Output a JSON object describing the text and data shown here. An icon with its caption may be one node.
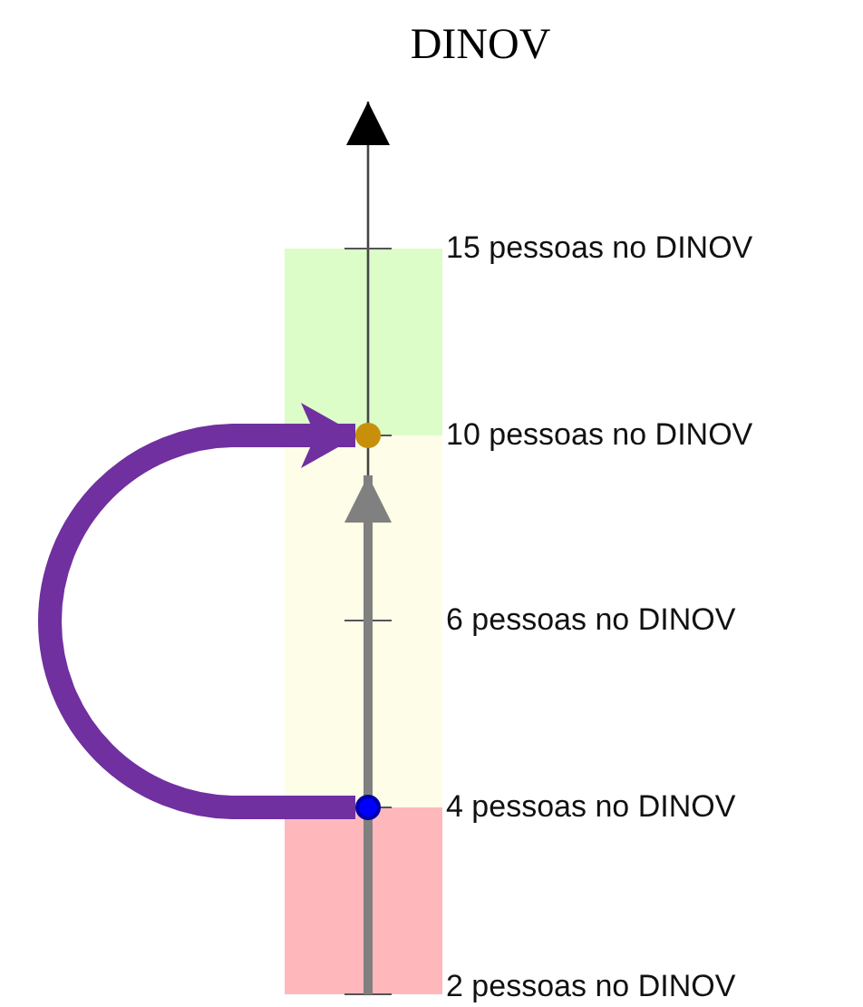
{
  "diagram": {
    "title": "DINOV",
    "nodes": [
      {
        "text": [],
        "shape": "circle"
      },
      {
        "text": [],
        "shape": "circle"
      }
    ],
    "edges": [
      {
        "from": 1,
        "to": 0,
        "arrow": "to",
        "color": "#7030a0"
      }
    ],
    "labels": [
      "15 pessoas no DINOV",
      "10 pessoas no DINOV",
      "6 pessoas no DINOV",
      "4 pessoas no DINOV",
      "2 pessoas no DINOV"
    ]
  }
}
